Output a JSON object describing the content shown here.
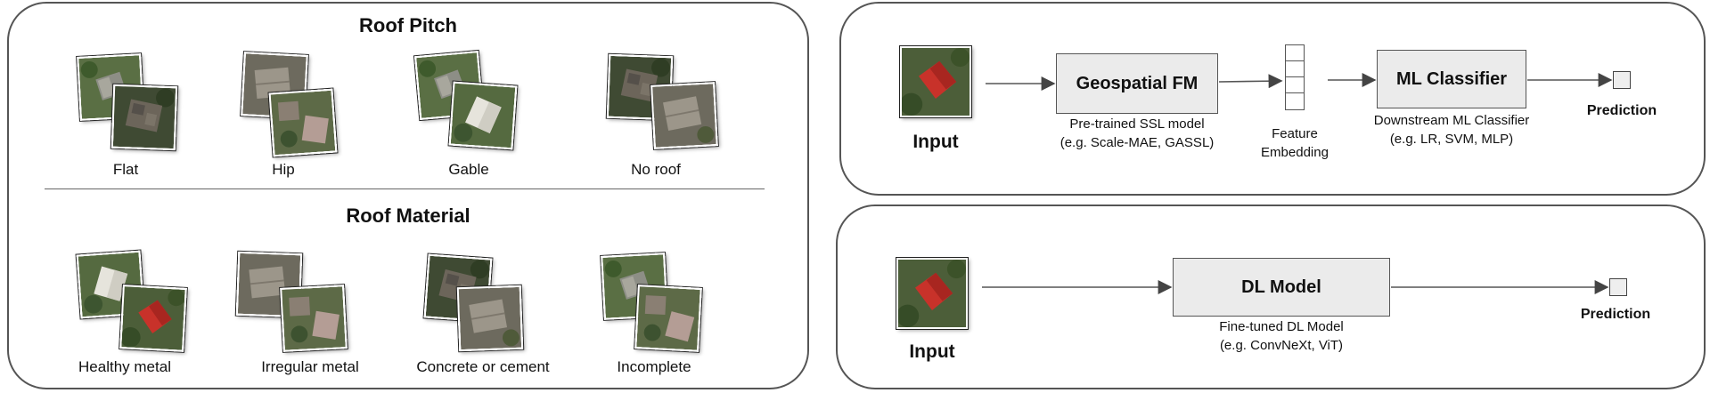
{
  "left_panel": {
    "roof_pitch": {
      "title": "Roof Pitch",
      "categories": [
        "Flat",
        "Hip",
        "Gable",
        "No roof"
      ]
    },
    "roof_material": {
      "title": "Roof Material",
      "categories": [
        "Healthy metal",
        "Irregular metal",
        "Concrete or cement",
        "Incomplete"
      ]
    }
  },
  "top_pipeline": {
    "input_label": "Input",
    "fm_box": "Geospatial FM",
    "fm_caption_1": "Pre-trained SSL model",
    "fm_caption_2": "(e.g. Scale-MAE, GASSL)",
    "embedding_caption_1": "Feature",
    "embedding_caption_2": "Embedding",
    "classifier_box": "ML Classifier",
    "classifier_caption_1": "Downstream ML Classifier",
    "classifier_caption_2": "(e.g. LR, SVM, MLP)",
    "output_label": "Prediction"
  },
  "bottom_pipeline": {
    "input_label": "Input",
    "dl_box": "DL Model",
    "dl_caption_1": "Fine-tuned DL Model",
    "dl_caption_2": "(e.g. ConvNeXt, ViT)",
    "output_label": "Prediction"
  },
  "colors": {
    "panel_border": "#555555",
    "box_fill": "#ebebeb",
    "roof_red": "#c8322a",
    "vegetation": "#4d6b3a"
  }
}
